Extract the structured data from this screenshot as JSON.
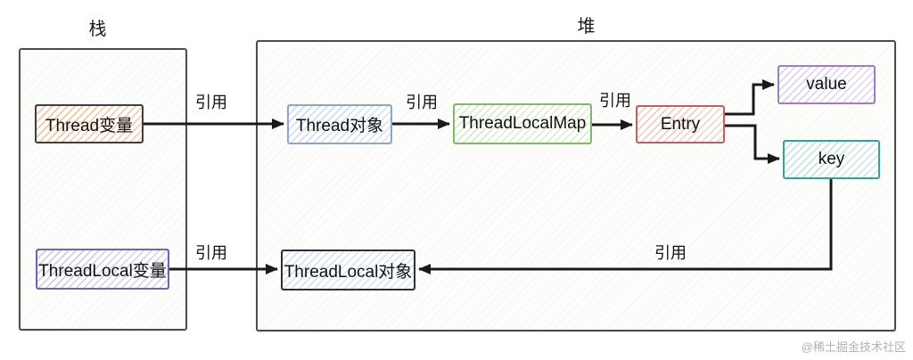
{
  "diagram": {
    "regions": {
      "stack": {
        "label": "栈"
      },
      "heap": {
        "label": "堆"
      }
    },
    "nodes": {
      "thread_var": {
        "label": "Thread变量",
        "border": "#3f3f3f",
        "hatch": "#f3c79d"
      },
      "threadlocal_var": {
        "label": "ThreadLocal变量",
        "border": "#7065ab",
        "hatch": "#d3cce8"
      },
      "thread_obj": {
        "label": "Thread对象",
        "border": "#8ba6c9",
        "hatch": "#d0def0"
      },
      "threadlocalmap": {
        "label": "ThreadLocalMap",
        "border": "#7fb966",
        "hatch": "#d9ebcf"
      },
      "entry": {
        "label": "Entry",
        "border": "#c2605c",
        "hatch": "#f0cdcb"
      },
      "value": {
        "label": "value",
        "border": "#9c80ba",
        "hatch": "#ded4ea"
      },
      "key": {
        "label": "key",
        "border": "#35a09e",
        "hatch": "#c8e5e3"
      },
      "threadlocal_obj": {
        "label": "ThreadLocal对象",
        "border": "#2f2f2f",
        "hatch": "#d3e2f0"
      }
    },
    "edges": {
      "thread_var_to_thread_obj": {
        "label": "引用"
      },
      "thread_obj_to_map": {
        "label": "引用"
      },
      "map_to_entry": {
        "label": "引用"
      },
      "key_to_threadlocal_obj": {
        "label": "引用"
      },
      "threadlocal_var_to_obj": {
        "label": "引用"
      }
    },
    "line_color": "#1a1a1a",
    "watermark": "@稀土掘金技术社区"
  }
}
